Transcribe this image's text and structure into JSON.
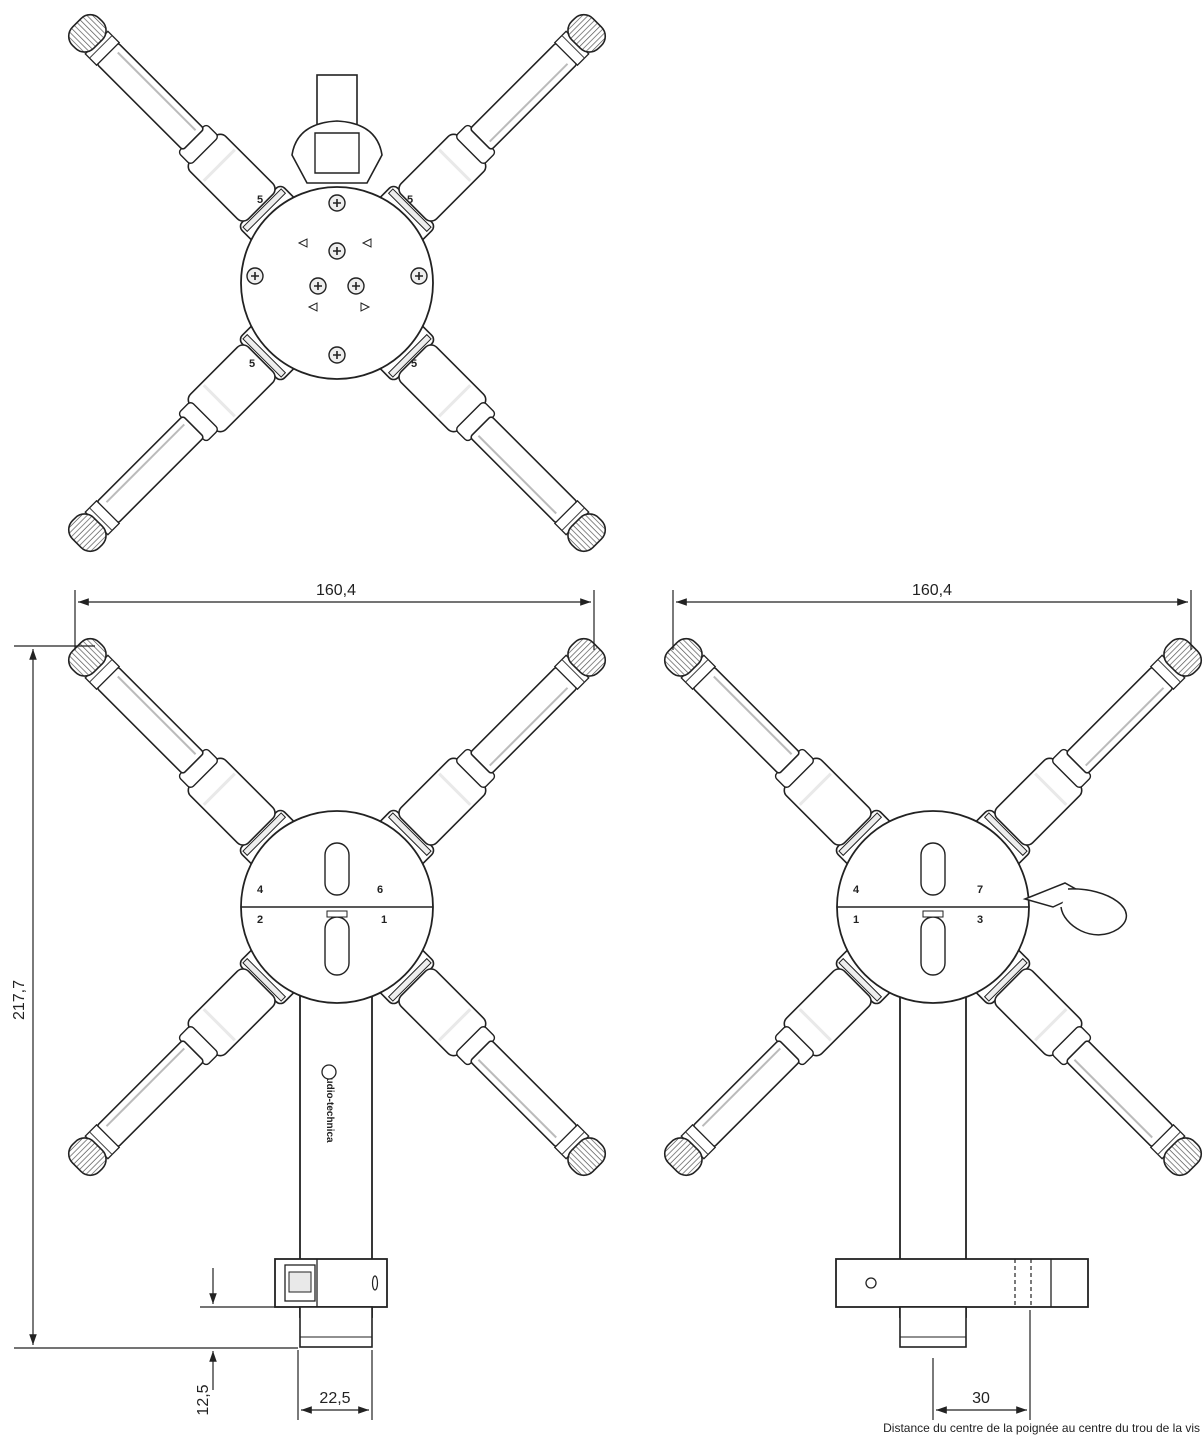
{
  "dimensions": {
    "width_left": "160,4",
    "width_right": "160,4",
    "height_left": "217,7",
    "clamp_offset": "12,5",
    "shaft_width": "22,5",
    "screw_offset": "30"
  },
  "capsule_labels": {
    "top_view": [
      "5",
      "5",
      "5",
      "5"
    ],
    "front_view": [
      "4",
      "6",
      "2",
      "1"
    ],
    "side_view": [
      "4",
      "7",
      "1",
      "3"
    ]
  },
  "brand": "audio-technica",
  "footnote": "Distance du centre de la poignée au centre du trou de la vis",
  "colors": {
    "line": "#222222",
    "fill": "#ffffff",
    "shade": "#e9e9e9",
    "grille": "#555555"
  }
}
